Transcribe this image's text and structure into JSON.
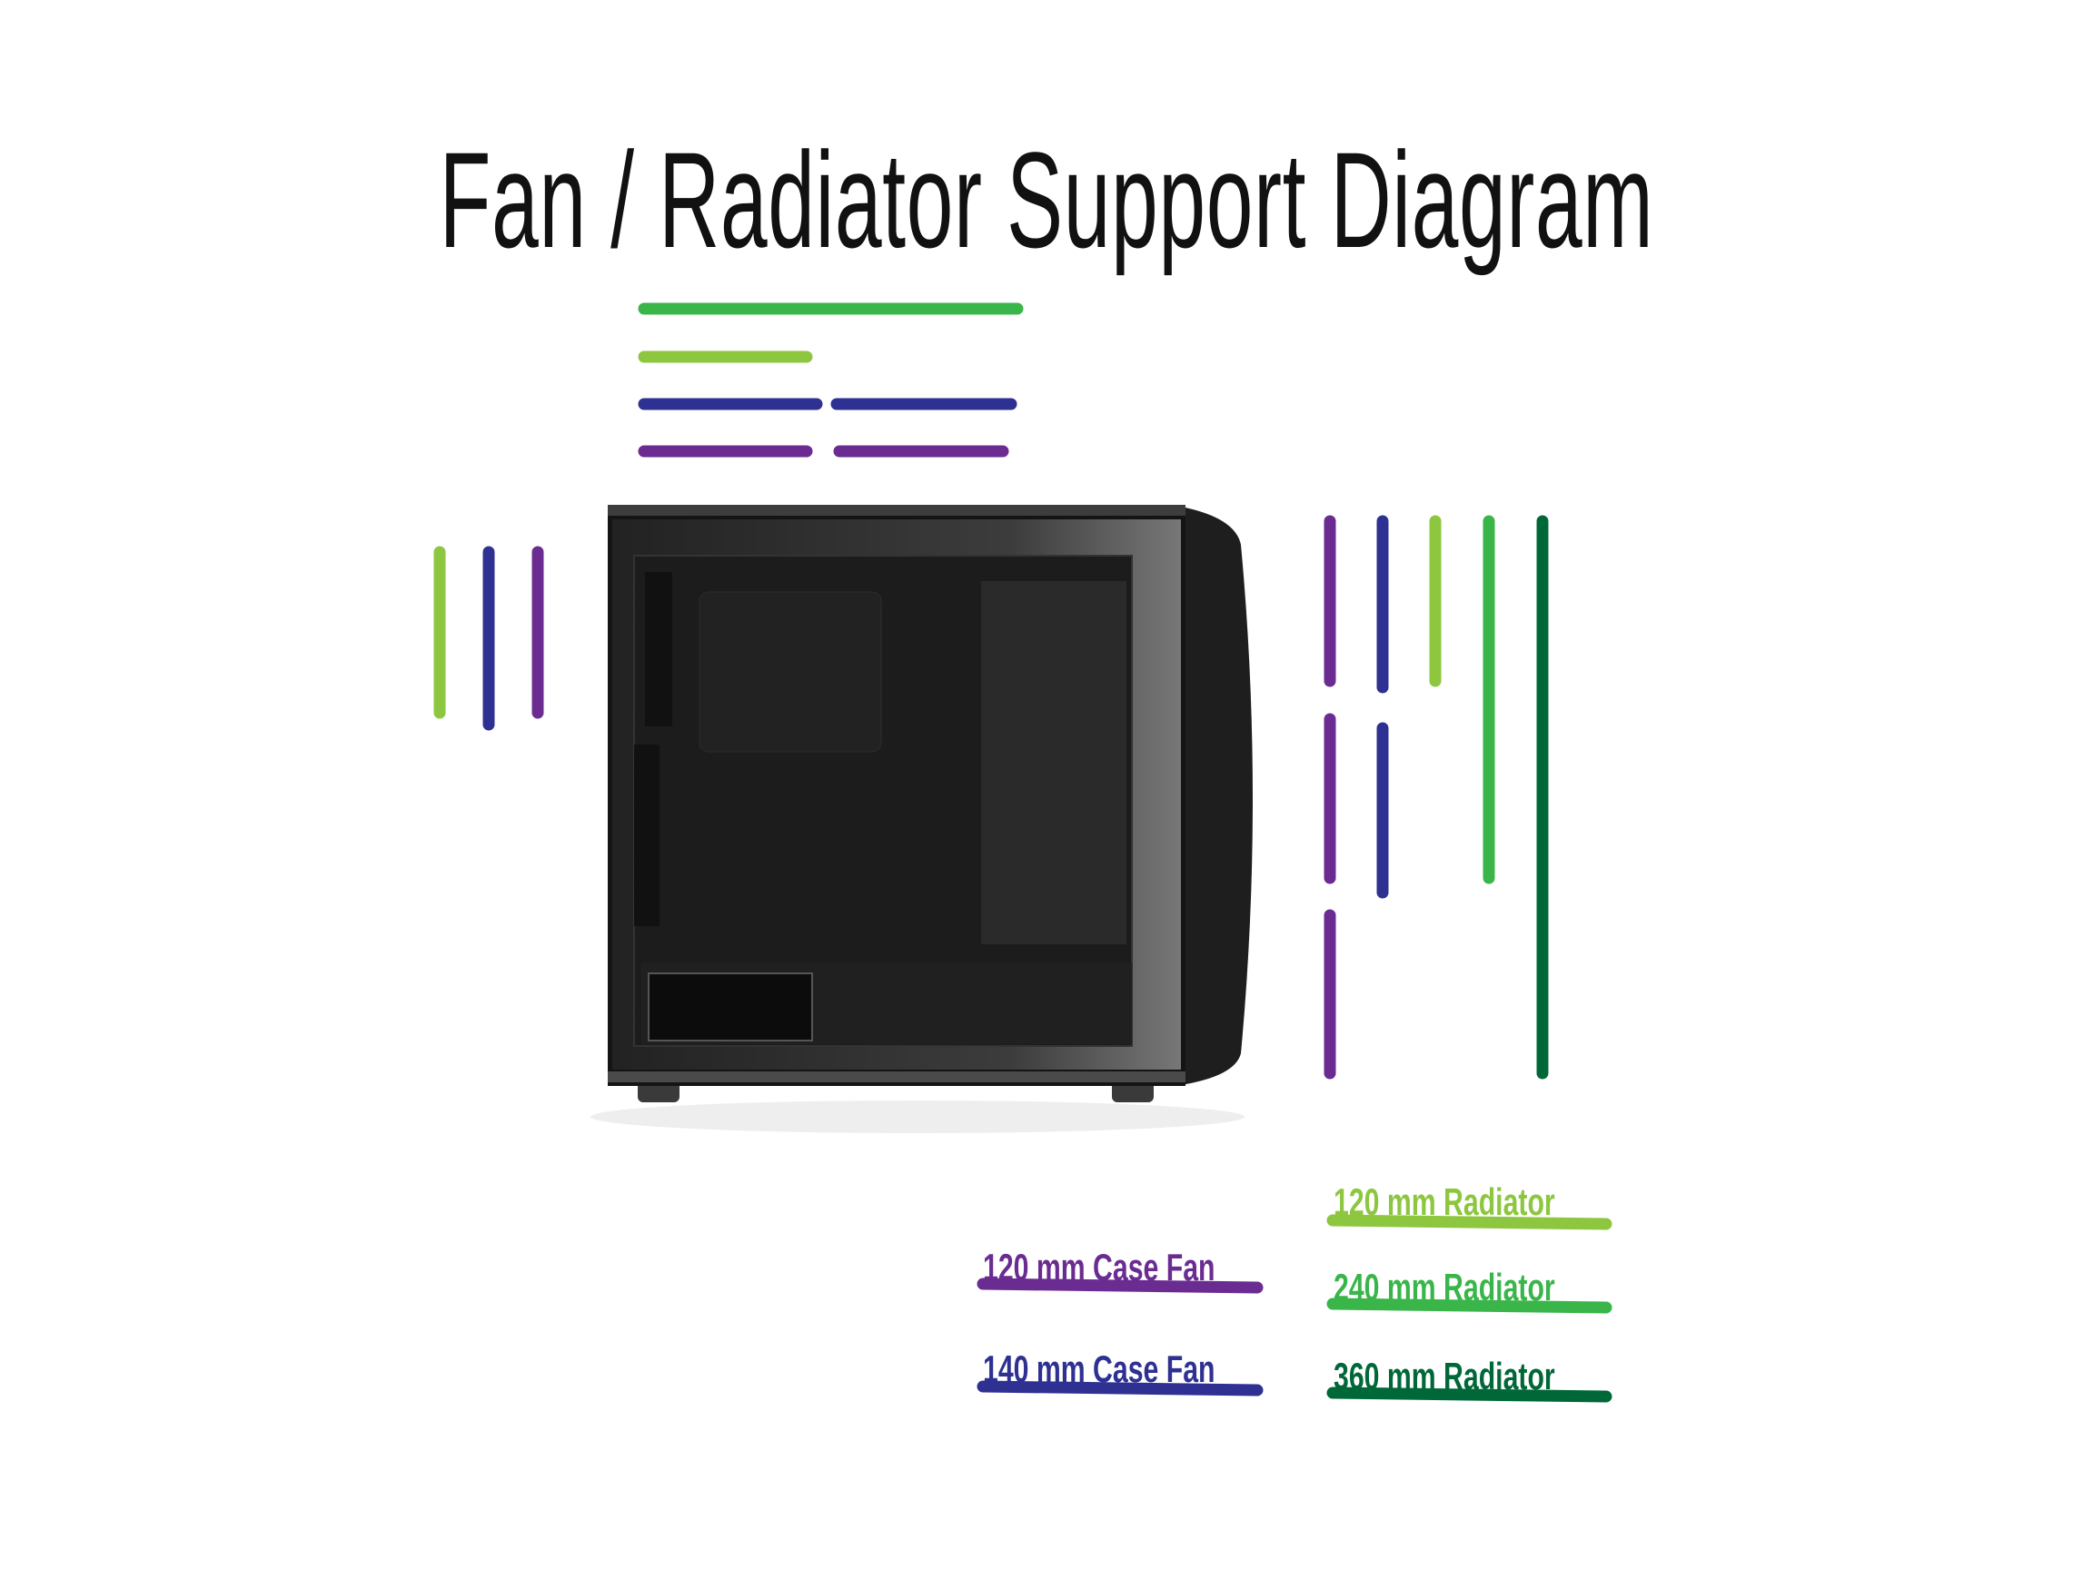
{
  "title": "Fan / Radiator Support Diagram",
  "colors": {
    "fan_120": "#6a2c91",
    "fan_140": "#2e3192",
    "radiator_120": "#8dc63f",
    "radiator_240": "#39b54a",
    "radiator_360": "#006838"
  },
  "legend": {
    "fan_120": "120 mm Case Fan",
    "fan_140": "140 mm Case Fan",
    "radiator_120": "120 mm Radiator",
    "radiator_240": "240 mm Radiator",
    "radiator_360": "360 mm Radiator"
  }
}
